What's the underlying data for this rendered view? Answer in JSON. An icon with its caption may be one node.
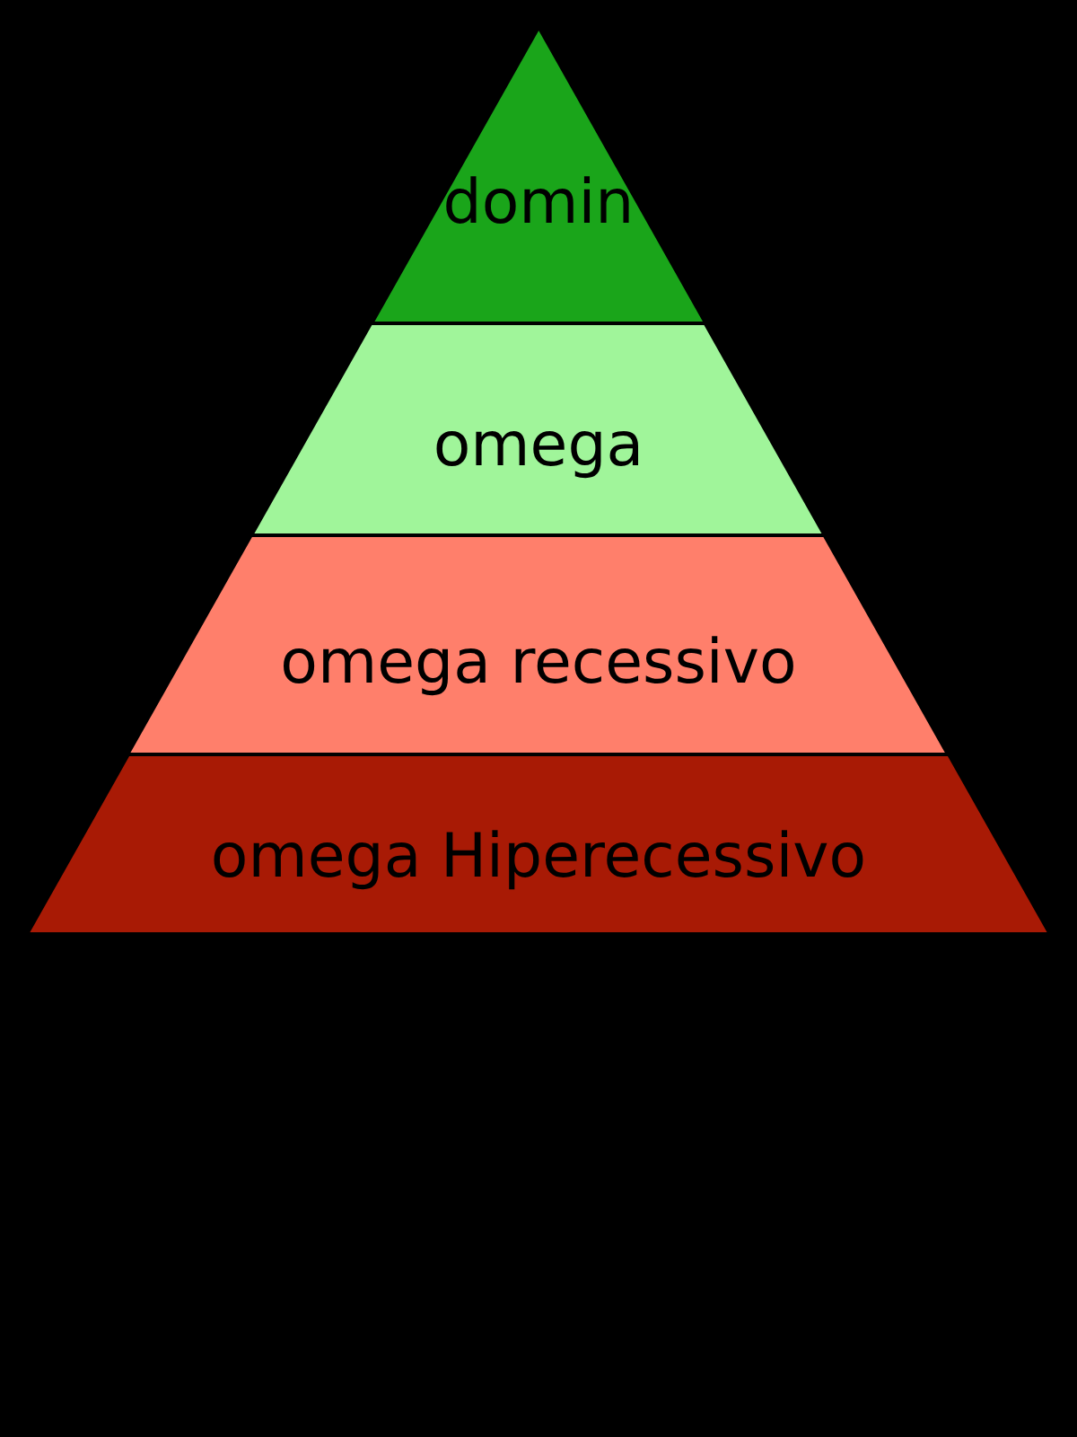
{
  "diagram": {
    "nodes": [
      {
        "text": [
          "domin"
        ]
      },
      {
        "text": [
          "omega"
        ]
      },
      {
        "text": [
          "omega recessivo"
        ]
      },
      {
        "text": [
          "omega Hiperecessivo"
        ]
      }
    ]
  }
}
